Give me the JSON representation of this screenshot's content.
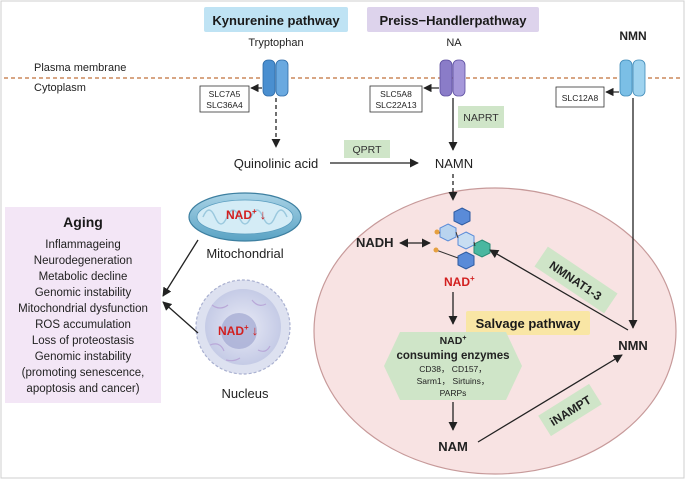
{
  "pathways": {
    "kynurenine": "Kynurenine pathway",
    "preiss_handler": "Preiss−Handlerpathway",
    "salvage": "Salvage pathway"
  },
  "substrates": {
    "tryptophan": "Tryptophan",
    "na": "NA",
    "nmn_top": "NMN",
    "quinolinic_acid": "Quinolinic acid",
    "namn": "NAMN",
    "nmn": "NMN",
    "nam": "NAM",
    "nadh": "NADH"
  },
  "membrane": {
    "plasma": "Plasma membrane",
    "cytoplasm": "Cytoplasm"
  },
  "transporters": {
    "slc7a5": "SLC7A5",
    "slc36a4": "SLC36A4",
    "slc5a8": "SLC5A8",
    "slc22a13": "SLC22A13",
    "slc12a8": "SLC12A8"
  },
  "enzymes": {
    "naprt": "NAPRT",
    "qprt": "QPRT",
    "nmnat": "NMNAT1-3",
    "inampt": "iNAMPT"
  },
  "nad": {
    "base": "NAD",
    "plus": "+",
    "decrease_arrow": "↓"
  },
  "consuming": {
    "nad": "NAD",
    "plus": "+",
    "title": "consuming enzymes",
    "line1": "CD38， CD157，",
    "line2": "Sarm1， Sirtuins，",
    "line3": "PARPs"
  },
  "organelles": {
    "mitochondrial": "Mitochondrial",
    "nucleus": "Nucleus"
  },
  "aging": {
    "title": "Aging",
    "items": [
      "Inflammageing",
      "Neurodegeneration",
      "Metabolic decline",
      "Genomic instability",
      "Mitochondrial dysfunction",
      "ROS accumulation",
      "Loss of proteostasis",
      "Genomic instability",
      "(promoting senescence,",
      "apoptosis and cancer)"
    ]
  },
  "colors": {
    "kynurenine_bg": "#bfe3f4",
    "preiss_bg": "#ddd3ec",
    "salvage_bg": "#f9e6a5",
    "enzyme_bg": "#cfe5c8",
    "aging_bg": "#f3e6f6",
    "cell_bg": "#f8e3e3",
    "cell_border": "#c79a9a",
    "membrane_line": "#c0703a",
    "nad_red": "#d21f1f"
  }
}
